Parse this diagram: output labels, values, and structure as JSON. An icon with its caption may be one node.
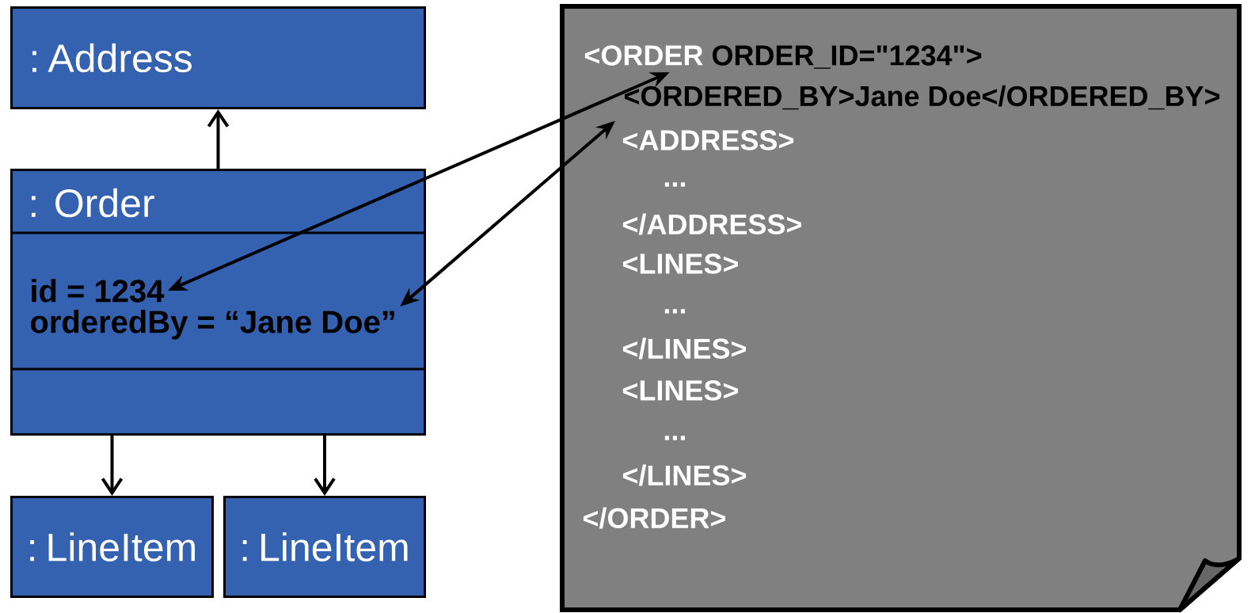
{
  "diagram": {
    "nodes": [
      {
        "text": [
          ": Address"
        ]
      },
      {
        "text": [
          ": Order"
        ]
      },
      {
        "text": [
          "id = 1234"
        ],
        "in": 1
      },
      {
        "text": [
          "orderedBy = “Jane Doe”"
        ],
        "in": 1
      },
      {
        "text": [
          ": LineItem"
        ]
      },
      {
        "text": [
          ": LineItem"
        ]
      },
      {
        "text": [],
        "shape": "document"
      },
      {
        "text": [
          "<ORDER",
          "ORDER_ID=\"1234\">"
        ],
        "in": 6
      },
      {
        "text": [
          "<ORDERED_BY>Jane Doe</ORDERED_BY>"
        ],
        "in": 6
      }
    ],
    "edges": [
      {
        "from": 1,
        "to": 0,
        "arrow": "to"
      },
      {
        "from": 1,
        "to": 4,
        "arrow": "to"
      },
      {
        "from": 1,
        "to": 5,
        "arrow": "to"
      },
      {
        "from": 2,
        "to": 7,
        "arrow": "both"
      },
      {
        "from": 3,
        "to": 8,
        "arrow": "both"
      }
    ],
    "labels": [
      "<ADDRESS>",
      "...",
      "</ADDRESS>",
      "<LINES>",
      "...",
      "</LINES>",
      "<LINES>",
      "...",
      "</LINES>",
      "</ORDER>"
    ]
  }
}
